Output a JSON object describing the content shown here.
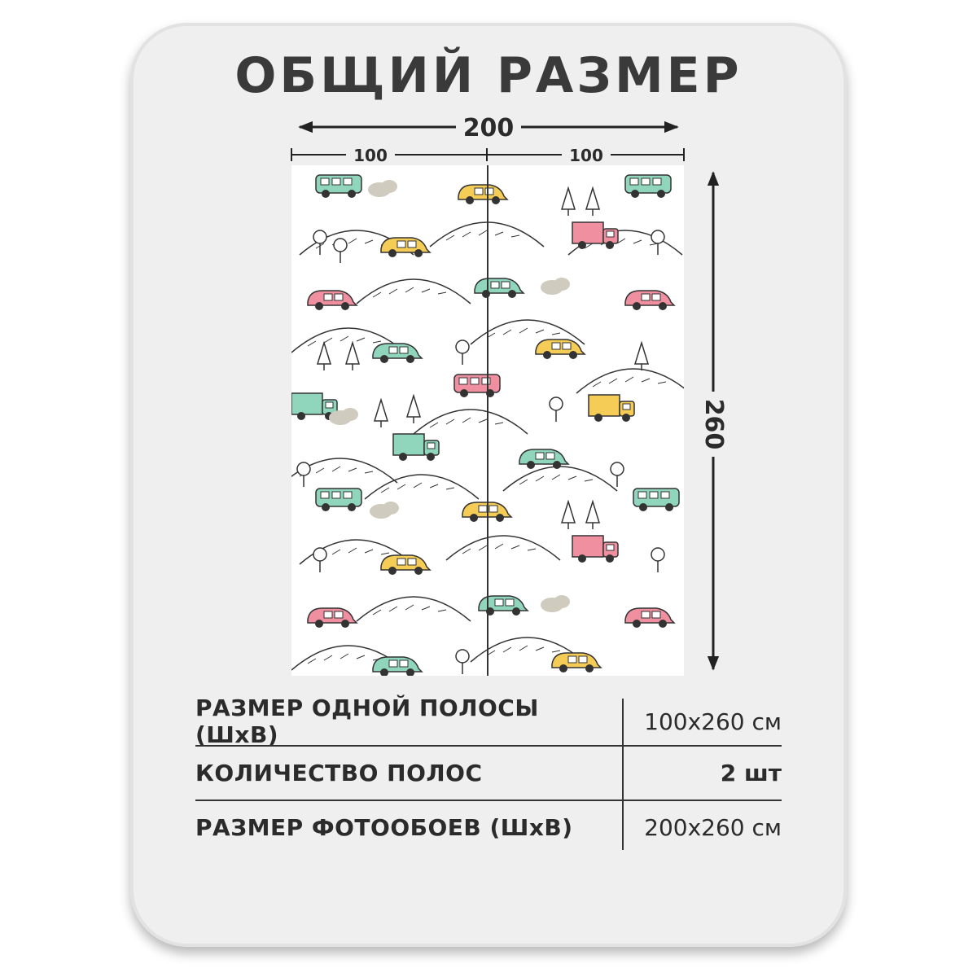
{
  "title": "ОБЩИЙ РАЗМЕР",
  "dimensions": {
    "total_width": "200",
    "strip_width_left": "100",
    "strip_width_right": "100",
    "height": "260"
  },
  "specs": [
    {
      "label": "РАЗМЕР ОДНОЙ ПОЛОСЫ (ШхВ)",
      "value": "100х260 см"
    },
    {
      "label": "КОЛИЧЕСТВО ПОЛОС",
      "value": "2 шт"
    },
    {
      "label": "РАЗМЕР ФОТООБОЕВ (ШхВ)",
      "value": "200х260 см"
    }
  ],
  "pattern": {
    "icons": [
      "car-icon",
      "van-icon",
      "truck-icon",
      "tree-icon",
      "cloud-icon",
      "hill-icon"
    ],
    "colors": {
      "mint": "#8fd6bd",
      "yellow": "#f5cc55",
      "pink": "#ef8fa0",
      "grey": "#cfcbbf",
      "ink": "#333333"
    }
  }
}
